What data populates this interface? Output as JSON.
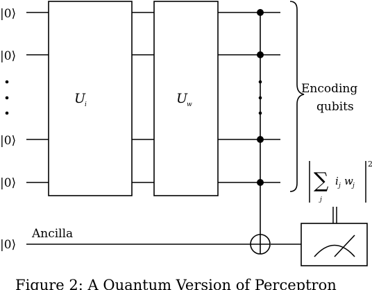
{
  "diagram": {
    "qubit_kets": [
      "|0⟩",
      "|0⟩",
      "|0⟩",
      "|0⟩",
      "|0⟩"
    ],
    "gates": [
      {
        "label": "U",
        "subscript": "i"
      },
      {
        "label": "U",
        "subscript": "w"
      }
    ],
    "brace_label_line1": "Encoding",
    "brace_label_line2": "qubits",
    "ancilla_label": "Ancilla",
    "formula": {
      "sum": "∑",
      "sum_index": "j",
      "term_i": "i",
      "term_i_sub": "j",
      "term_w": "w",
      "term_w_sub": "j",
      "exponent": "2"
    },
    "caption": "Figure 2: A Quantum Version of Perceptron"
  },
  "colors": {
    "line": "#000000",
    "background": "#ffffff"
  }
}
